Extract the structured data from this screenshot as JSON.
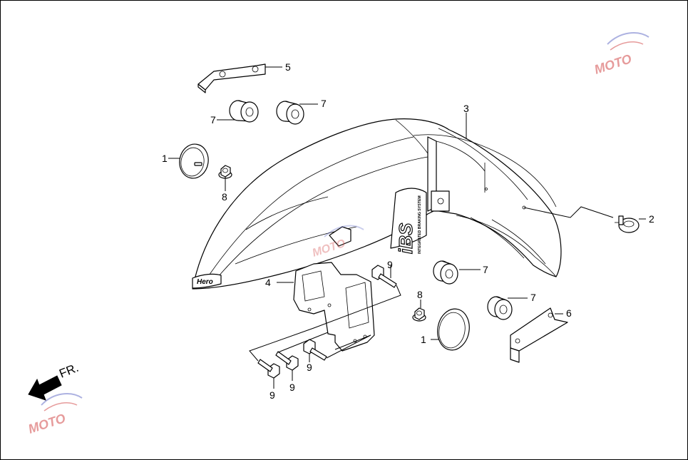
{
  "callouts": [
    {
      "id": "c5",
      "text": "5"
    },
    {
      "id": "c7a",
      "text": "7"
    },
    {
      "id": "c7b",
      "text": "7"
    },
    {
      "id": "c3",
      "text": "3"
    },
    {
      "id": "c1a",
      "text": "1"
    },
    {
      "id": "c8a",
      "text": "8"
    },
    {
      "id": "c2",
      "text": "2"
    },
    {
      "id": "c4",
      "text": "4"
    },
    {
      "id": "c9a",
      "text": "9"
    },
    {
      "id": "c7c",
      "text": "7"
    },
    {
      "id": "c8b",
      "text": "8"
    },
    {
      "id": "c7d",
      "text": "7"
    },
    {
      "id": "c6",
      "text": "6"
    },
    {
      "id": "c1b",
      "text": "1"
    },
    {
      "id": "c9b",
      "text": "9"
    },
    {
      "id": "c9c",
      "text": "9"
    },
    {
      "id": "c9d",
      "text": "9"
    }
  ],
  "direction_label": "FR.",
  "fender_brand": "Hero",
  "ibs_logo": "iBS",
  "ibs_caption": "INTEGRATED BRAKING SYSTEM",
  "watermark_text": "MOTO",
  "icons": [
    "front-direction-arrow-icon",
    "watermark-logo-icon"
  ],
  "colors": {
    "line": "#000000",
    "background": "#ffffff",
    "watermark_red": "#d24a4a",
    "watermark_blue": "#6b74c9"
  }
}
